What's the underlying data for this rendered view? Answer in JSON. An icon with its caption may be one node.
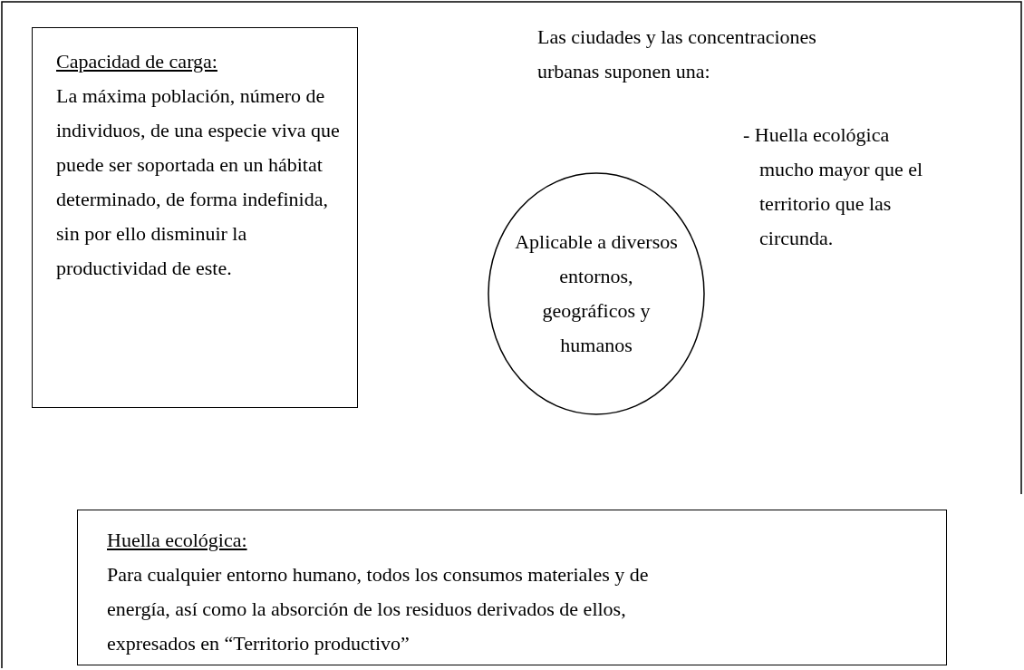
{
  "diagram": {
    "nodes": [
      {
        "text": [
          "Capacidad de carga:",
          "La máxima población, número de individuos, de una especie viva que puede ser soportada en un hábitat determinado, de forma indefinida, sin por ello disminuir la productividad de este."
        ]
      },
      {
        "text": [
          "Aplicable a diversos entornos, geográficos y humanos"
        ]
      },
      {
        "text": [
          "Huella ecológica:",
          "Para cualquier entorno humano, todos los consumos materiales y de energía, así como la absorción de los residuos derivados de ellos, expresados en “Territorio productivo”"
        ]
      }
    ],
    "labels": [
      "Las ciudades y las concentraciones urbanas suponen una:",
      "- Huella ecológica mucho mayor que el territorio que las circunda."
    ]
  }
}
